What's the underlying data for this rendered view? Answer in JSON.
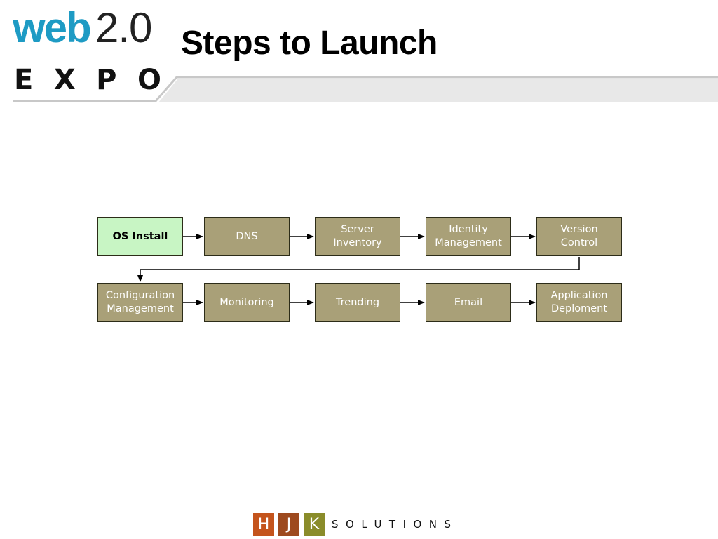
{
  "header": {
    "title": "Steps to Launch",
    "logo": {
      "word": "web",
      "version": "2.0",
      "sub_letters": [
        "E",
        "X",
        "P",
        "O"
      ]
    }
  },
  "diagram": {
    "start_color": "#c8f5c4",
    "step_color": "#a9a078",
    "steps": [
      "OS Install",
      "DNS",
      "Server\nInventory",
      "Identity\nManagement",
      "Version\nControl",
      "Configuration\nManagement",
      "Monitoring",
      "Trending",
      "Email",
      "Application\nDeploment"
    ]
  },
  "footer": {
    "letters": [
      "H",
      "J",
      "K"
    ],
    "letter_colors": [
      "#c4541c",
      "#9e4a1e",
      "#8a8c2a"
    ],
    "word": "SOLUTIONS"
  }
}
